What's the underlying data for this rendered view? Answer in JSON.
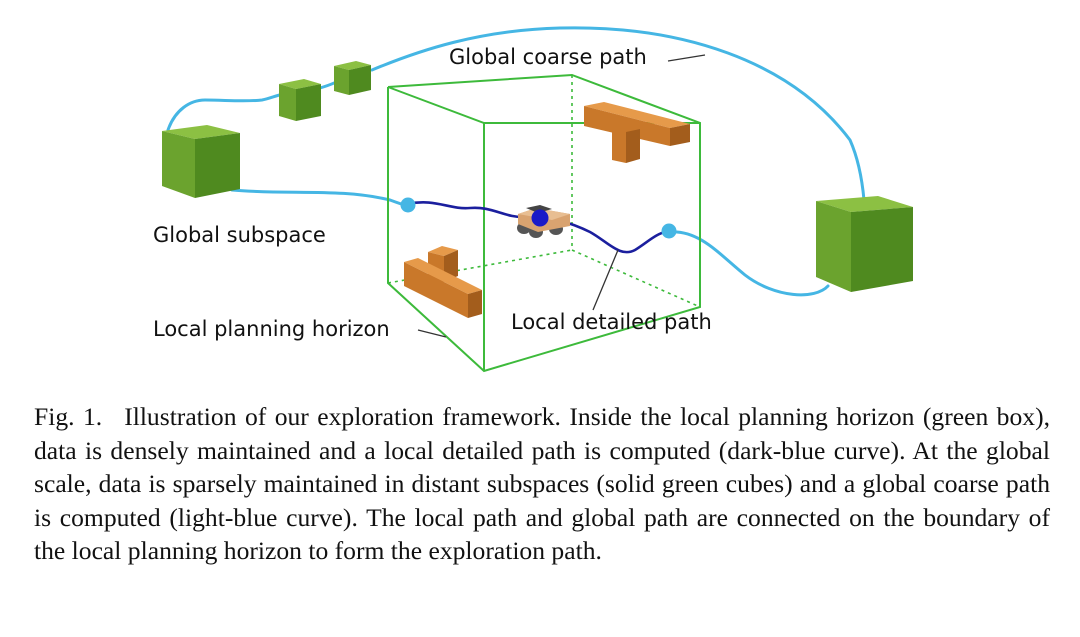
{
  "figure": {
    "labels": {
      "global_coarse_path": "Global coarse path",
      "global_subspace": "Global subspace",
      "local_planning_horizon": "Local planning horizon",
      "local_detailed_path": "Local detailed path"
    },
    "colors": {
      "light_blue": "#45b6e4",
      "dark_blue": "#1b1f9e",
      "green_box": "#3dba3b",
      "cube_front": "#6ba32e",
      "cube_top": "#8cc043",
      "cube_side": "#4f8a1f",
      "block_front": "#c9782a",
      "block_top": "#e69a4a",
      "block_side": "#a35d1c"
    }
  },
  "caption": {
    "number": "Fig. 1.",
    "text": "Illustration of our exploration framework. Inside the local planning horizon (green box), data is densely maintained and a local detailed path is computed (dark-blue curve). At the global scale, data is sparsely maintained in distant subspaces (solid green cubes) and a global coarse path is computed (light-blue curve). The local path and global path are connected on the boundary of the local planning horizon to form the exploration path."
  }
}
